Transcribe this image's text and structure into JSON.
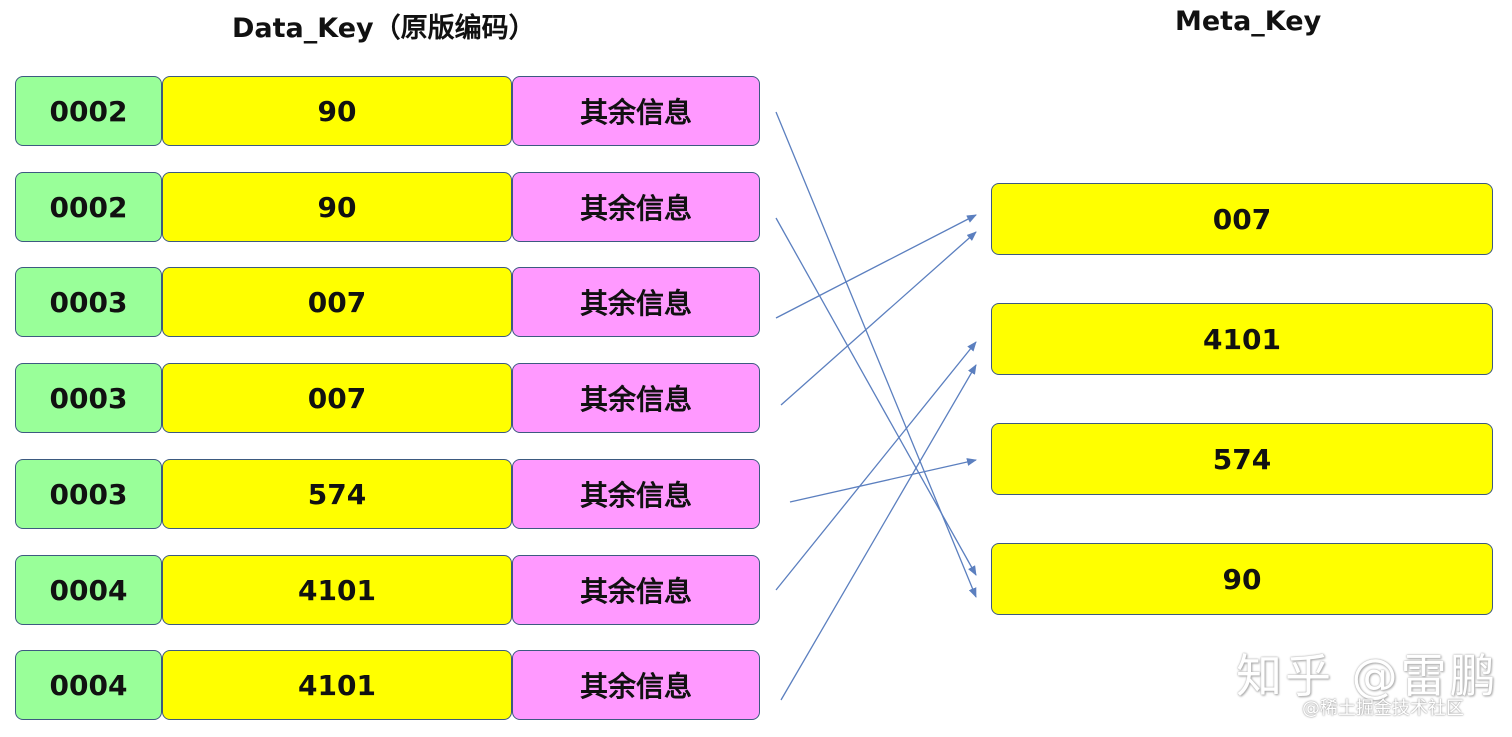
{
  "titles": {
    "left": "Data_Key（原版编码）",
    "right": "Meta_Key"
  },
  "data_rows": [
    {
      "id": "0002",
      "value": "90",
      "info": "其余信息"
    },
    {
      "id": "0002",
      "value": "90",
      "info": "其余信息"
    },
    {
      "id": "0003",
      "value": "007",
      "info": "其余信息"
    },
    {
      "id": "0003",
      "value": "007",
      "info": "其余信息"
    },
    {
      "id": "0003",
      "value": "574",
      "info": "其余信息"
    },
    {
      "id": "0004",
      "value": "4101",
      "info": "其余信息"
    },
    {
      "id": "0004",
      "value": "4101",
      "info": "其余信息"
    }
  ],
  "meta_rows": [
    "007",
    "4101",
    "574",
    "90"
  ],
  "colors": {
    "id_cell": "#99ff99",
    "value_cell": "#ffff00",
    "info_cell": "#ff99ff",
    "border": "#3d5a80",
    "arrow": "#5b7fbf"
  },
  "watermark": {
    "main": "知乎 @雷鹏",
    "sub": "@稀土掘金技术社区"
  }
}
